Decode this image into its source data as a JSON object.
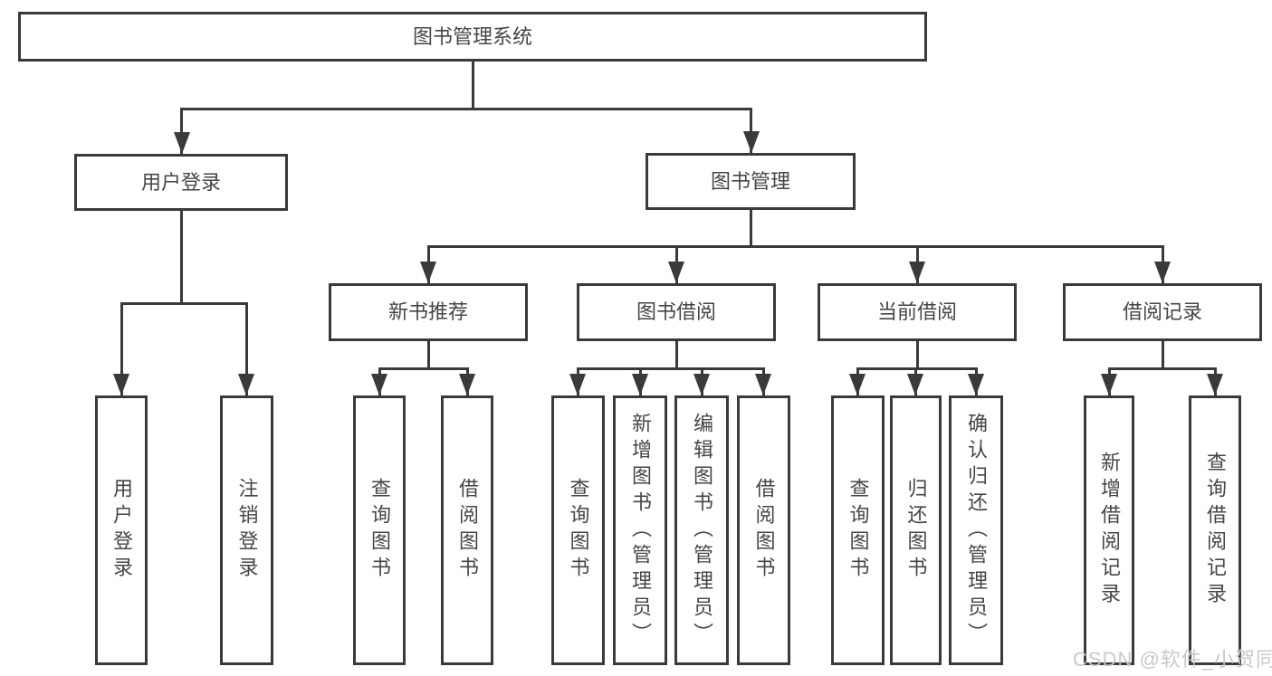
{
  "nodes": {
    "root": "图书管理系统",
    "user_login": "用户登录",
    "book_management": "图书管理",
    "new_book_recommend": "新书推荐",
    "book_borrow": "图书借阅",
    "current_borrow": "当前借阅",
    "borrow_records": "借阅记录",
    "leaf_user_login": "用户登录",
    "leaf_logout": "注销登录",
    "leaf_query_book_a": "查询图书",
    "leaf_borrow_book_a": "借阅图书",
    "leaf_query_book_b": "查询图书",
    "leaf_add_book_admin": "新增图书（管理员）",
    "leaf_edit_book_admin": "编辑图书（管理员）",
    "leaf_borrow_book_b": "借阅图书",
    "leaf_query_book_c": "查询图书",
    "leaf_return_book": "归还图书",
    "leaf_confirm_return_admin": "确认归还（管理员）",
    "leaf_add_borrow_record": "新增借阅记录",
    "leaf_query_borrow_record": "查询借阅记录"
  },
  "watermark": {
    "text": "CSDN @软件_小贺同学",
    "color": "#c6c6c6"
  },
  "colors": {
    "line": "#3a3a3a",
    "box_border": "#3a3a3a",
    "text": "#43464a",
    "background": "#ffffff"
  }
}
